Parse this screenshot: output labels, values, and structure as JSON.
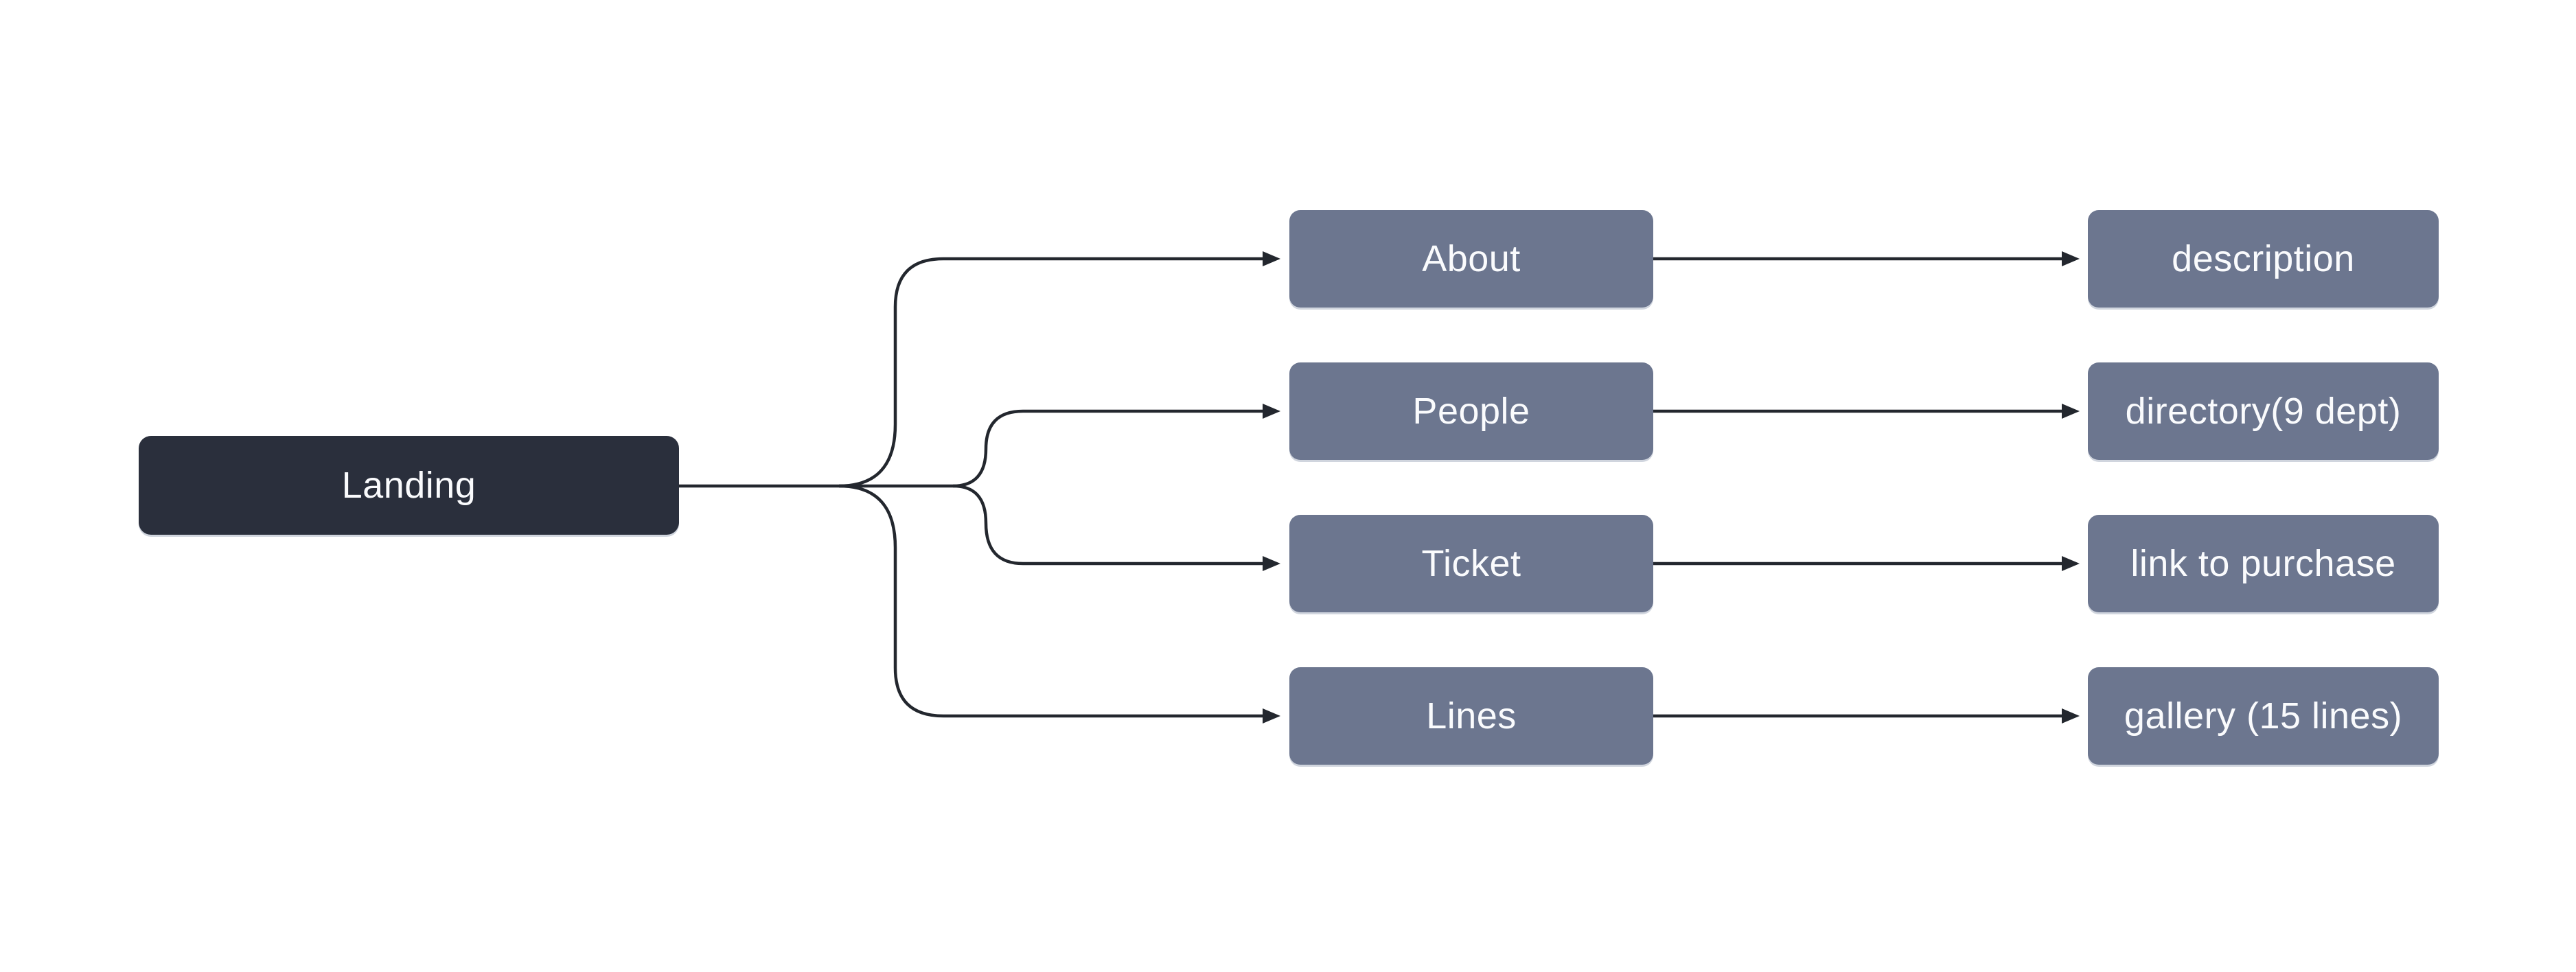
{
  "diagram": {
    "colors": {
      "background": "#ffffff",
      "root_fill": "#2a2f3c",
      "node_fill": "#6c768f",
      "line": "#23272e",
      "text": "#fafbfd"
    },
    "root": {
      "label": "Landing"
    },
    "rows": [
      {
        "mid_label": "About",
        "right_label": "description"
      },
      {
        "mid_label": "People",
        "right_label": "directory(9 dept)"
      },
      {
        "mid_label": "Ticket",
        "right_label": "link to purchase"
      },
      {
        "mid_label": "Lines",
        "right_label": "gallery (15 lines)"
      }
    ]
  }
}
